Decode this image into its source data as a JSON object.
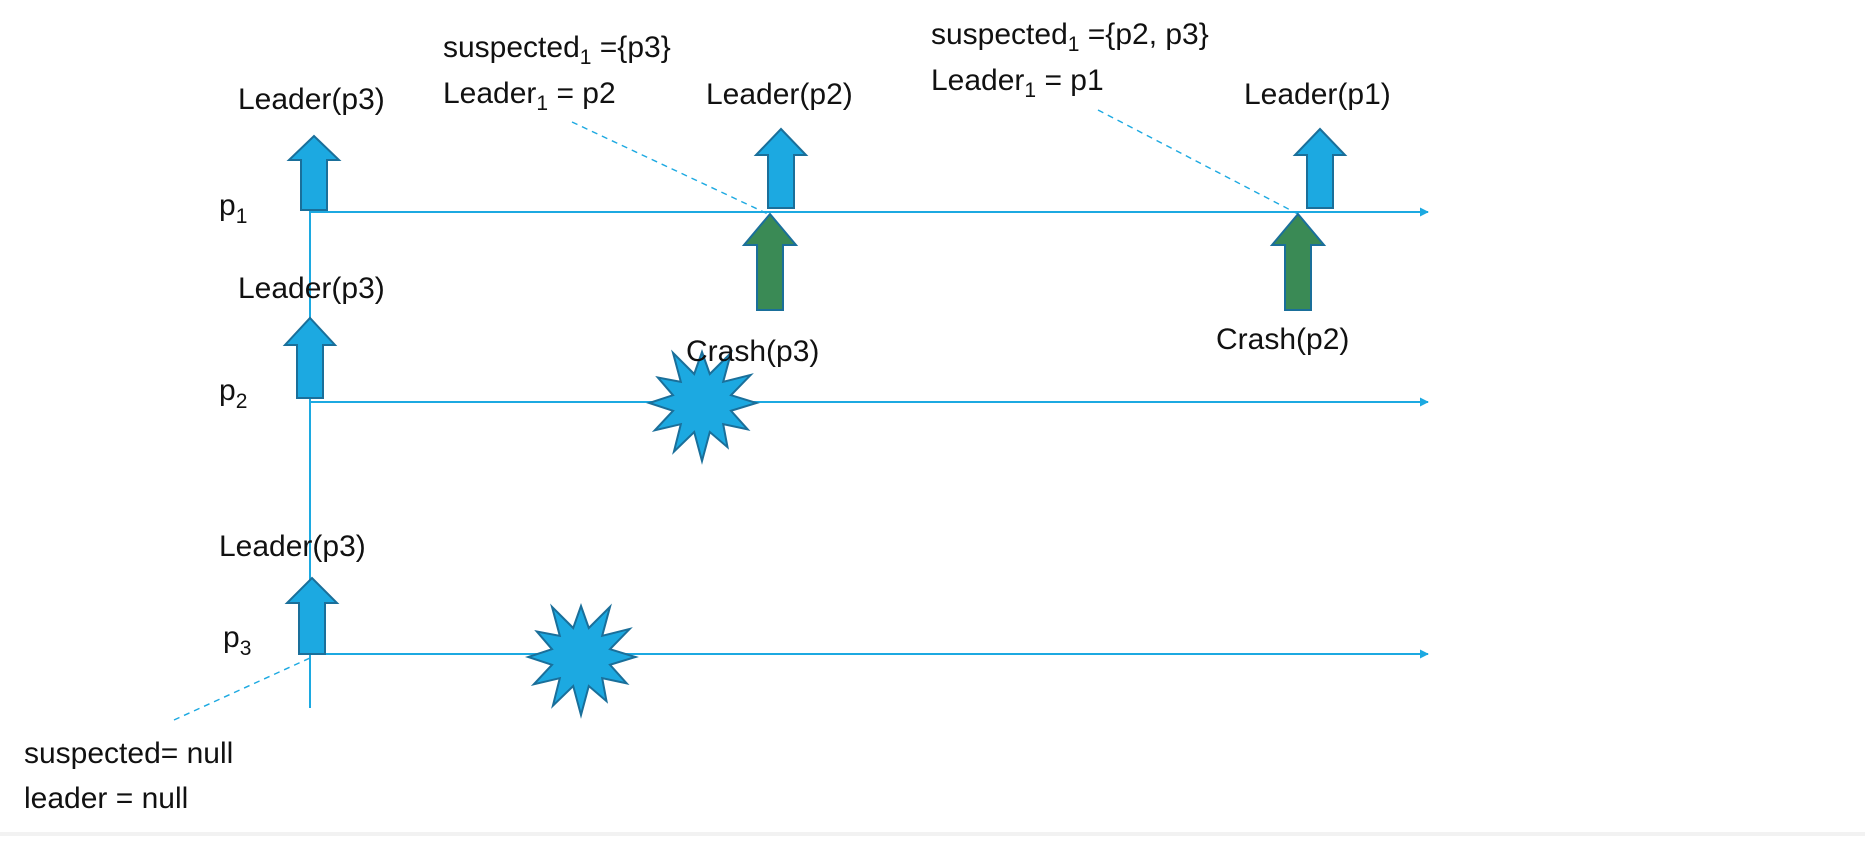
{
  "colors": {
    "timeline": "#1ca9e1",
    "leader_arrow_fill": "#1ca9e1",
    "leader_arrow_stroke": "#1a6f9a",
    "crash_arrow_fill": "#3a8a55",
    "crash_arrow_stroke": "#1a6f9a",
    "burst_fill": "#1ca9e1",
    "burst_stroke": "#1a6f9a",
    "text": "#111111"
  },
  "processes": [
    {
      "base": "p",
      "sub": "1"
    },
    {
      "base": "p",
      "sub": "2"
    },
    {
      "base": "p",
      "sub": "3"
    }
  ],
  "leader_events": [
    {
      "text": "Leader(p3)"
    },
    {
      "text": "Leader(p2)"
    },
    {
      "text": "Leader(p1)"
    },
    {
      "text": "Leader(p3)"
    },
    {
      "text": "Leader(p3)"
    }
  ],
  "crash_events": [
    {
      "text": "Crash(p3)"
    },
    {
      "text": "Crash(p2)"
    }
  ],
  "state_notes": [
    {
      "line1": {
        "prefix": "suspected",
        "sub": "1",
        "suffix": " ={p3}"
      },
      "line2": {
        "prefix": "Leader",
        "sub": "1",
        "suffix": " = p2"
      }
    },
    {
      "line1": {
        "prefix": "suspected",
        "sub": "1",
        "suffix": " ={p2, p3}"
      },
      "line2": {
        "prefix": "Leader",
        "sub": "1",
        "suffix": " = p1"
      }
    }
  ],
  "initial_note": {
    "line1": "suspected= null",
    "line2": "leader = null"
  },
  "icons": {
    "leader_event": "up-arrow-icon",
    "crash_notification": "up-arrow-icon",
    "process_crash": "explosion-burst-icon",
    "timeline_end": "arrowhead-icon"
  }
}
